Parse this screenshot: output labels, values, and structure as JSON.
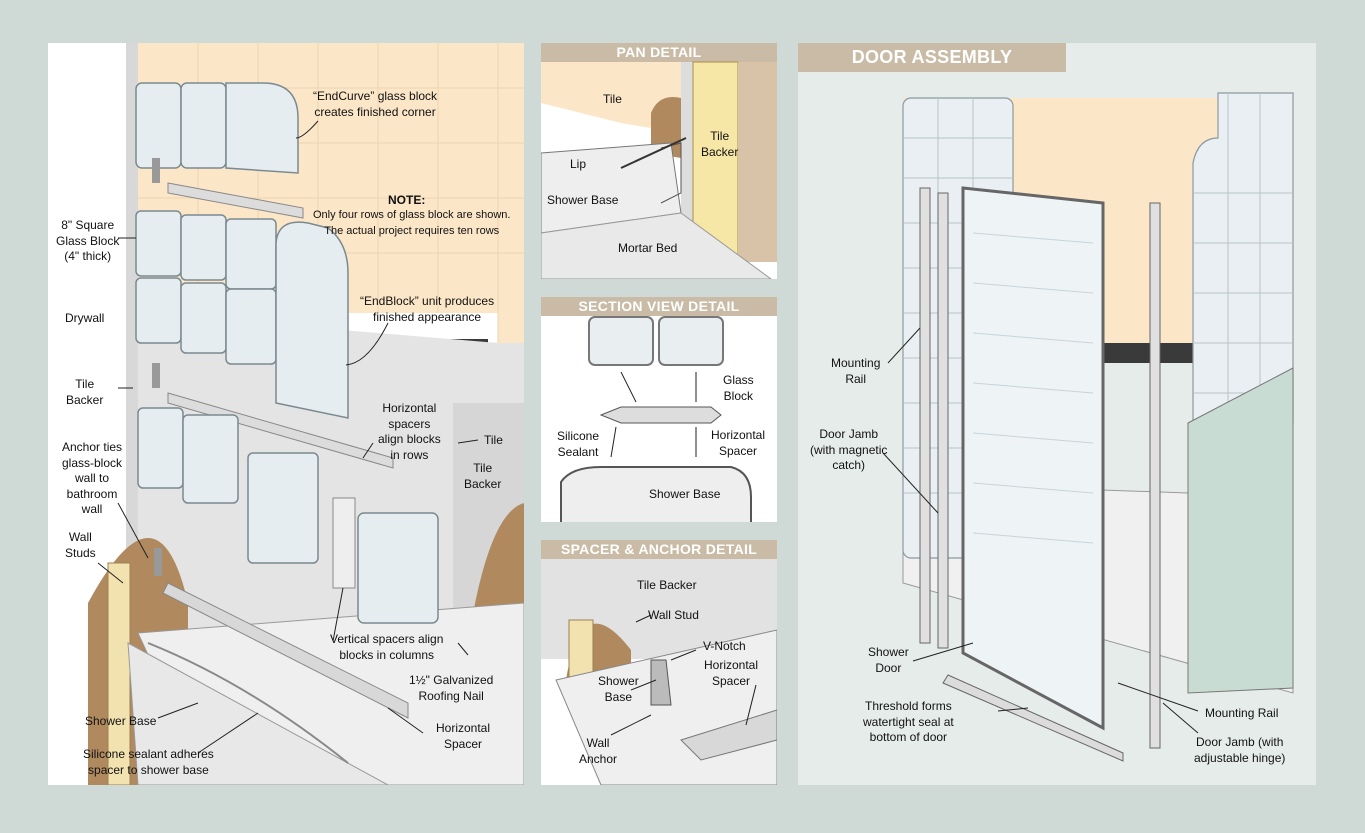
{
  "main_panel": {
    "labels": {
      "endcurve": "“EndCurve” glass block\ncreates finished corner",
      "note_title": "NOTE:",
      "note_body": "Only four rows of glass block are shown.\nThe actual project requires ten rows",
      "square_block": "8\" Square\nGlass Block\n(4\" thick)",
      "endblock": "“EndBlock” unit produces\nfinished appearance",
      "drywall": "Drywall",
      "tile_backer_left": "Tile\nBacker",
      "horizontal_spacers": "Horizontal\nspacers\nalign blocks\nin rows",
      "tile": "Tile",
      "tile_backer_right": "Tile\nBacker",
      "anchor_ties": "Anchor ties\nglass-block\nwall to\nbathroom\nwall",
      "wall_studs": "Wall\nStuds",
      "vertical_spacers": "Vertical spacers align\nblocks in columns",
      "roofing_nail": "1½\" Galvanized\nRoofing Nail",
      "shower_base": "Shower Base",
      "horizontal_spacer": "Horizontal\nSpacer",
      "silicone_sealant": "Silicone sealant adheres\nspacer to shower base"
    }
  },
  "pan_detail": {
    "title": "PAN DETAIL",
    "labels": {
      "tile": "Tile",
      "tile_backer": "Tile\nBacker",
      "lip": "Lip",
      "shower_base": "Shower Base",
      "mortar_bed": "Mortar Bed"
    }
  },
  "section_view": {
    "title": "SECTION VIEW DETAIL",
    "labels": {
      "glass_block": "Glass\nBlock",
      "silicone_sealant": "Silicone\nSealant",
      "horizontal_spacer": "Horizontal\nSpacer",
      "shower_base": "Shower Base"
    }
  },
  "spacer_anchor": {
    "title": "SPACER & ANCHOR DETAIL",
    "labels": {
      "tile_backer": "Tile Backer",
      "wall_stud": "Wall Stud",
      "v_notch": "V-Notch",
      "horizontal_spacer": "Horizontal\nSpacer",
      "shower_base": "Shower\nBase",
      "wall_anchor": "Wall\nAnchor"
    }
  },
  "door_assembly": {
    "title": "DOOR ASSEMBLY",
    "labels": {
      "mounting_rail_left": "Mounting\nRail",
      "door_jamb_magnetic": "Door Jamb\n(with magnetic\ncatch)",
      "shower_door": "Shower\nDoor",
      "threshold": "Threshold forms\nwatertight seal at\nbottom of door",
      "mounting_rail_right": "Mounting Rail",
      "door_jamb_hinge": "Door Jamb (with\nadjustable hinge)"
    }
  },
  "colors": {
    "background": "#cfd9d5",
    "header": "#c9bba5",
    "wall_peach": "#fbe6c8",
    "tile_band": "#3a3a3a",
    "glass": "#e6edf0",
    "backer": "#dddddd",
    "stud": "#b08a5e"
  }
}
